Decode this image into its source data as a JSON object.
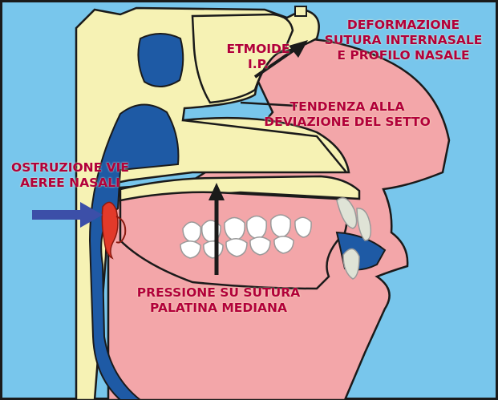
{
  "labels": {
    "deformazione": [
      "DEFORMAZIONE",
      "SUTURA INTERNASALE",
      "E PROFILO NASALE"
    ],
    "etmoide": [
      "ETMOIDE",
      "I.P."
    ],
    "tendenza": [
      "TENDENZA ALLA",
      "DEVIAZIONE DEL SETTO"
    ],
    "ostruzione": [
      "OSTRUZIONE VIE",
      "AEREE NASALI"
    ],
    "pressione": [
      "PRESSIONE SU SUTURA",
      "PALATINA MEDIANA"
    ]
  },
  "colors": {
    "background": "#78c6ec",
    "bone": "#f6f2b4",
    "soft_tissue": "#f3a6a9",
    "airway": "#1e5aa5",
    "teeth": "#ffffff",
    "outline": "#1a1a1a",
    "label_text": "#b2003a",
    "obstruction": "#e23a2a",
    "airflow_arrow": "#3c4fa8"
  }
}
